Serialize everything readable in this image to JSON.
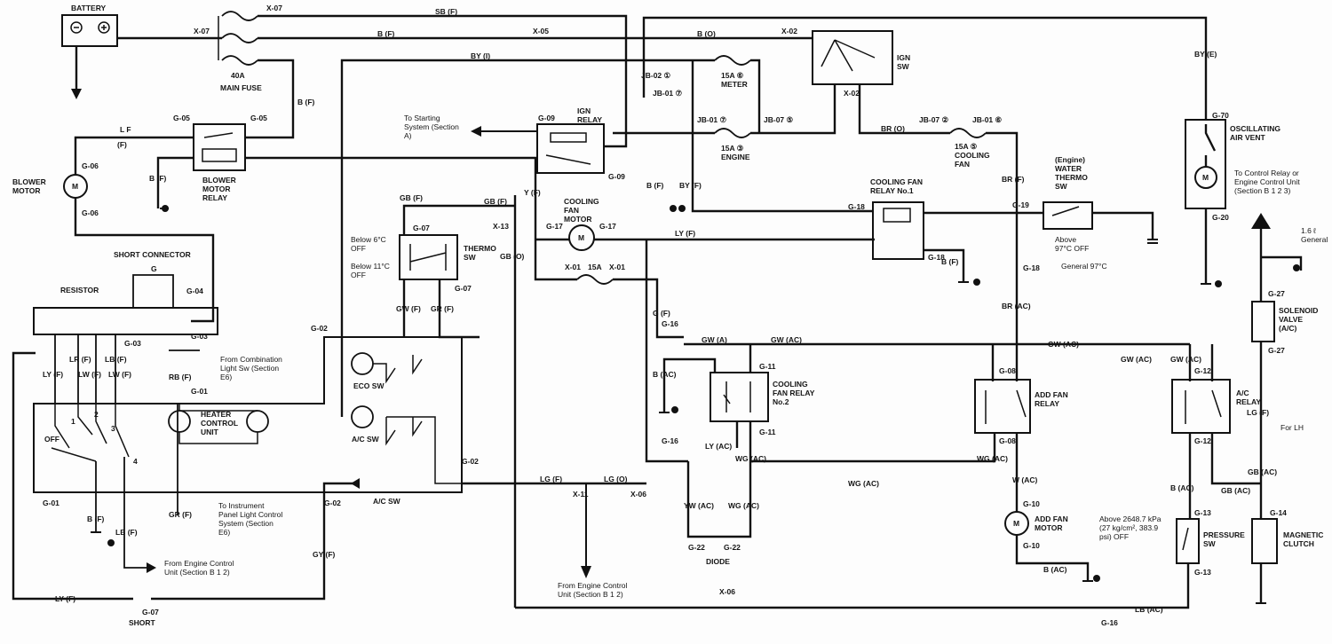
{
  "components": {
    "battery": "BATTERY",
    "fuse_40a": "40A",
    "main_fuse": "MAIN FUSE",
    "ign_relay": "IGN RELAY",
    "ign_sw": "IGN SW",
    "blower_motor": "BLOWER MOTOR",
    "blower_motor_relay": "BLOWER MOTOR RELAY",
    "short_connector": "SHORT CONNECTOR",
    "resistor": "RESISTOR",
    "heater_control_unit": "HEATER CONTROL UNIT",
    "eco_sw": "ECO SW",
    "ac_sw_upper": "A/C SW",
    "ac_sw_lower": "A/C SW",
    "thermo_sw": "THERMO SW",
    "cooling_fan_motor": "COOLING FAN MOTOR",
    "cooling_fan_relay_1": "COOLING FAN RELAY No.1",
    "cooling_fan_relay_2": "COOLING FAN RELAY No.2",
    "engine_water_thermo_sw": "(Engine) WATER THERMO SW",
    "oscillating_air_vent": "OSCILLATING AIR VENT",
    "solenoid_valve": "SOLENOID VALVE (A/C)",
    "add_fan_relay": "ADD FAN RELAY",
    "ac_relay": "A/C RELAY",
    "add_fan_motor": "ADD FAN MOTOR",
    "pressure_sw": "PRESSURE SW",
    "magnetic_clutch": "MAGNETIC CLUTCH",
    "diode": "DIODE",
    "short": "SHORT",
    "motor_symbol": "M",
    "switch_positions": [
      "OFF",
      "1",
      "2",
      "3",
      "4"
    ]
  },
  "fuses": {
    "meter": "15A ⑥ METER",
    "engine": "15A ③ ENGINE",
    "cooling_fan": "15A ⑤ COOLING FAN",
    "fan_motor": "15A"
  },
  "notes": {
    "to_starting": "To Starting System (Section A)",
    "from_combination": "From Combination Light Sw (Section E6)",
    "to_instrument": "To Instrument Panel Light Control System (Section E6)",
    "from_ecu_left": "From Engine Control Unit (Section B 1 2)",
    "from_ecu_mid": "From Engine Control Unit (Section B 1 2)",
    "to_control_relay": "To Control Relay or Engine Control Unit (Section B 1 2 3)",
    "thermo_below_6": "Below 6°C OFF",
    "thermo_below_11": "Below 11°C OFF",
    "water_above": "Above 97°C OFF",
    "water_general": "General 97°C",
    "pressure_spec": "Above 2648.7 kPa (27 kg/cm², 383.9 psi) OFF",
    "general_16": "1.6 ℓ General",
    "for_lh": "For LH"
  },
  "wires": {
    "sb_f": "SB (F)",
    "b_f_top": "B (F)",
    "by_i": "BY (I)",
    "b_o": "B (O)",
    "by_e": "BY (E)",
    "lf": "L F",
    "lf_f": "(F)",
    "b_f_relay": "B (F)",
    "b_f_ign": "B (F)",
    "y_f": "Y (F)",
    "b_f_mid": "B (F)",
    "by_f": "BY (F)",
    "br_o": "BR (O)",
    "br_f": "BR (F)",
    "br_ac": "BR (AC)",
    "ly_f": "LY (F)",
    "lb_f": "B (F)",
    "gb_f1": "GB (F)",
    "gb_f2": "GB (F)",
    "gb_o": "GB (O)",
    "gw_f": "GW (F)",
    "gr_f": "GR (F)",
    "g_f": "G (F)",
    "gw_a1": "GW (A)",
    "gw_ac1": "GW (AC)",
    "gw_ac2": "GW (AC)",
    "gw_ac3": "GW (AC)",
    "gw_ac4": "GW (AC)",
    "b_ac1": "B (AC)",
    "ly_ac": "LY (AC)",
    "wg_ac1": "WG (AC)",
    "wg_ac2": "WG (AC)",
    "wg_ac3": "WG (AC)",
    "wg_ac4": "WG (AC)",
    "yw_ac": "YW (AC)",
    "b_ac2": "B (AC)",
    "b_ac3": "B (AC)",
    "gb": "GB (AC)",
    "gb_ac": "GB (AC)",
    "lg_f_r": "LG (F)",
    "lb_ac": "LB (AC)",
    "lg_f": "LG (F)",
    "lg_o": "LG (O)",
    "ly_f2": "LY (F)",
    "lr_f": "LR (F)",
    "lw_f": "LW (F)",
    "lb_f2": "LB (F)",
    "lw2": "LW (F)",
    "rb_f": "RB (F)",
    "b_f_low": "B (F)",
    "gr_f_low": "GR (F)",
    "lb_f_low": "LB (F)",
    "ly_f_bottom": "LY (F)",
    "gy_f": "GY (F)",
    "w_ac": "W (AC)"
  },
  "connectors": {
    "x07a": "X-07",
    "x07b": "X-07",
    "x05": "X-05",
    "x02a": "X-02",
    "x02b": "X-02",
    "jb02": "JB-02 ①",
    "jb01a": "JB-01 ⑦",
    "jb01b": "JB-01 ⑦",
    "jb07a": "JB-07 ⑤",
    "jb07b": "JB-07 ②",
    "jb01c": "JB-01 ⑥",
    "g05a": "G-05",
    "g05b": "G-05",
    "g06a": "G-06",
    "g06b": "G-06",
    "g09a": "G-09",
    "g09b": "G-09",
    "g70": "G-70",
    "g20": "G-20",
    "g18a": "G-18",
    "g18b": "G-18",
    "g18c": "G-18",
    "g19": "G-19",
    "g17a": "G-17",
    "g17b": "G-17",
    "g07a": "G-07",
    "g07b": "G-07",
    "x13": "X-13",
    "x01a": "X-01",
    "x01b": "X-01",
    "g04": "G-04",
    "g03a": "G-03",
    "g03b": "G-03",
    "g01a": "G-01",
    "g01b": "G-01",
    "g02a": "G-02",
    "g02b": "G-02",
    "g02c": "G-02",
    "g07s": "G-07",
    "g16a": "G-16",
    "g16b": "G-16",
    "g16c": "G-16",
    "g11a": "G-11",
    "g11b": "G-11",
    "g08a": "G-08",
    "g08b": "G-08",
    "g12a": "G-12",
    "g12b": "G-12",
    "g27a": "G-27",
    "g27b": "G-27",
    "g10a": "G-10",
    "g10b": "G-10",
    "g13a": "G-13",
    "g13b": "G-13",
    "g14": "G-14",
    "g22a": "G-22",
    "g22b": "G-22",
    "x11": "X-11",
    "x06a": "X-06",
    "x06b": "X-06",
    "g": "G"
  },
  "colors": {
    "ink": "#111111",
    "paper": "#fdfdfd"
  }
}
